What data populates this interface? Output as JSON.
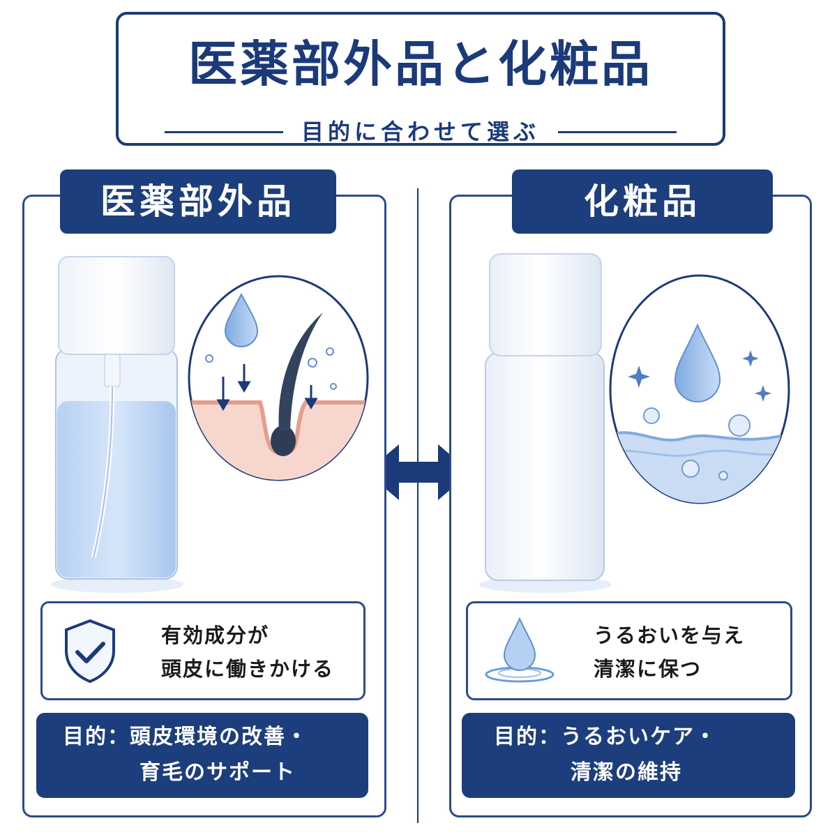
{
  "header": {
    "title": "医薬部外品と化粧品",
    "subtitle": "目的に合わせて選ぶ"
  },
  "left": {
    "label": "医薬部外品",
    "feature_lines": [
      "有効成分が",
      "頭皮に働きかける"
    ],
    "purpose_lines": [
      "目的：頭皮環境の改善・",
      "育毛のサポート"
    ],
    "icons": [
      "pump-bottle-icon",
      "scalp-hair-icon",
      "shield-check-icon"
    ]
  },
  "right": {
    "label": "化粧品",
    "feature_lines": [
      "うるおいを与え",
      "清潔に保つ"
    ],
    "purpose_lines": [
      "目的：うるおいケア・",
      "清潔の維持"
    ],
    "icons": [
      "bottle-icon",
      "water-drop-icon",
      "drop-ripple-icon"
    ]
  },
  "colors": {
    "navy": "#1d3e7c",
    "water": "#8ab4e8",
    "skin": "#f4c7bb"
  }
}
